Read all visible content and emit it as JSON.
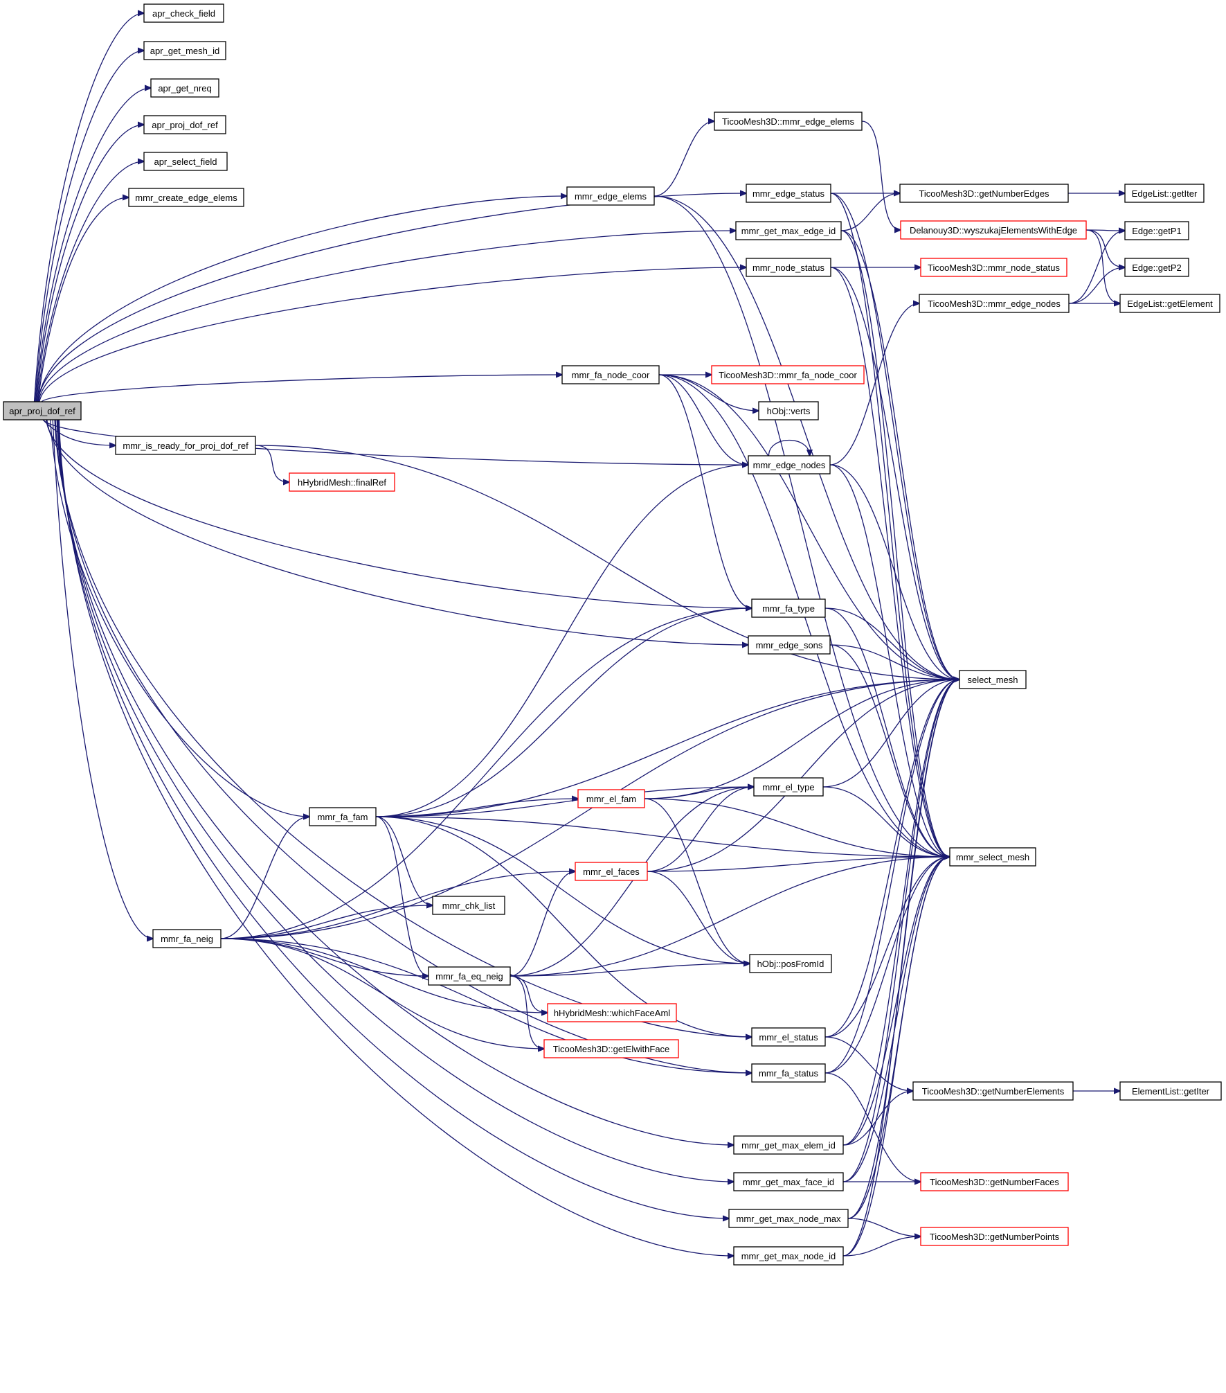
{
  "diagram": {
    "type": "call-graph",
    "colors": {
      "edge": "#191970",
      "node_border": "#000000",
      "truncated_border": "#ff0000",
      "root_fill": "#bfbfbf"
    },
    "nodes": [
      {
        "id": "apr_proj_dof_ref",
        "label": "apr_proj_dof_ref",
        "root": true
      },
      {
        "id": "apr_check_field",
        "label": "apr_check_field"
      },
      {
        "id": "apr_get_mesh_id",
        "label": "apr_get_mesh_id"
      },
      {
        "id": "apr_get_nreq",
        "label": "apr_get_nreq"
      },
      {
        "id": "apr_proj_dof_ref_callee",
        "label": "apr_proj_dof_ref"
      },
      {
        "id": "apr_select_field",
        "label": "apr_select_field"
      },
      {
        "id": "mmr_create_edge_elems",
        "label": "mmr_create_edge_elems"
      },
      {
        "id": "mmr_is_ready_for_proj_dof_ref",
        "label": "mmr_is_ready_for_proj_dof_ref"
      },
      {
        "id": "hHybridMesh_finalRef",
        "label": "hHybridMesh::finalRef",
        "truncated": true
      },
      {
        "id": "mmr_fa_fam",
        "label": "mmr_fa_fam"
      },
      {
        "id": "mmr_fa_neig",
        "label": "mmr_fa_neig"
      },
      {
        "id": "mmr_chk_list",
        "label": "mmr_chk_list"
      },
      {
        "id": "mmr_fa_eq_neig",
        "label": "mmr_fa_eq_neig"
      },
      {
        "id": "hHybridMesh_whichFaceAml",
        "label": "hHybridMesh::whichFaceAml",
        "truncated": true
      },
      {
        "id": "TicooMesh3D_getElwithFace",
        "label": "TicooMesh3D::getElwithFace",
        "truncated": true
      },
      {
        "id": "mmr_el_fam",
        "label": "mmr_el_fam",
        "truncated": true
      },
      {
        "id": "mmr_el_faces",
        "label": "mmr_el_faces",
        "truncated": true
      },
      {
        "id": "mmr_edge_elems",
        "label": "mmr_edge_elems"
      },
      {
        "id": "mmr_fa_node_coor",
        "label": "mmr_fa_node_coor"
      },
      {
        "id": "TicooMesh3D_mmr_edge_elems",
        "label": "TicooMesh3D::mmr_edge_elems"
      },
      {
        "id": "mmr_edge_status",
        "label": "mmr_edge_status"
      },
      {
        "id": "mmr_get_max_edge_id",
        "label": "mmr_get_max_edge_id"
      },
      {
        "id": "mmr_node_status",
        "label": "mmr_node_status"
      },
      {
        "id": "TicooMesh3D_mmr_fa_node_coor",
        "label": "TicooMesh3D::mmr_fa_node_coor",
        "truncated": true
      },
      {
        "id": "hObj_verts",
        "label": "hObj::verts"
      },
      {
        "id": "mmr_edge_nodes",
        "label": "mmr_edge_nodes"
      },
      {
        "id": "mmr_fa_type",
        "label": "mmr_fa_type"
      },
      {
        "id": "mmr_edge_sons",
        "label": "mmr_edge_sons"
      },
      {
        "id": "mmr_el_type",
        "label": "mmr_el_type"
      },
      {
        "id": "hObj_posFromId",
        "label": "hObj::posFromId"
      },
      {
        "id": "mmr_el_status",
        "label": "mmr_el_status"
      },
      {
        "id": "mmr_fa_status",
        "label": "mmr_fa_status"
      },
      {
        "id": "mmr_get_max_elem_id",
        "label": "mmr_get_max_elem_id"
      },
      {
        "id": "mmr_get_max_face_id",
        "label": "mmr_get_max_face_id"
      },
      {
        "id": "mmr_get_max_node_max",
        "label": "mmr_get_max_node_max"
      },
      {
        "id": "mmr_get_max_node_id",
        "label": "mmr_get_max_node_id"
      },
      {
        "id": "TicooMesh3D_getNumberEdges",
        "label": "TicooMesh3D::getNumberEdges"
      },
      {
        "id": "Delanouy3D_wyszukajElementsWithEdge",
        "label": "Delanouy3D::wyszukajElementsWithEdge",
        "truncated": true
      },
      {
        "id": "TicooMesh3D_mmr_node_status",
        "label": "TicooMesh3D::mmr_node_status",
        "truncated": true
      },
      {
        "id": "TicooMesh3D_mmr_edge_nodes",
        "label": "TicooMesh3D::mmr_edge_nodes"
      },
      {
        "id": "select_mesh",
        "label": "select_mesh"
      },
      {
        "id": "mmr_select_mesh",
        "label": "mmr_select_mesh"
      },
      {
        "id": "TicooMesh3D_getNumberElements",
        "label": "TicooMesh3D::getNumberElements"
      },
      {
        "id": "TicooMesh3D_getNumberFaces",
        "label": "TicooMesh3D::getNumberFaces",
        "truncated": true
      },
      {
        "id": "TicooMesh3D_getNumberPoints",
        "label": "TicooMesh3D::getNumberPoints",
        "truncated": true
      },
      {
        "id": "EdgeList_getIter",
        "label": "EdgeList::getIter"
      },
      {
        "id": "Edge_getP1",
        "label": "Edge::getP1"
      },
      {
        "id": "Edge_getP2",
        "label": "Edge::getP2"
      },
      {
        "id": "EdgeList_getElement",
        "label": "EdgeList::getElement"
      },
      {
        "id": "ElementList_getIter",
        "label": "ElementList::getIter"
      }
    ],
    "edges": [
      [
        "apr_proj_dof_ref",
        "apr_check_field"
      ],
      [
        "apr_proj_dof_ref",
        "apr_get_mesh_id"
      ],
      [
        "apr_proj_dof_ref",
        "apr_get_nreq"
      ],
      [
        "apr_proj_dof_ref",
        "apr_proj_dof_ref_callee"
      ],
      [
        "apr_proj_dof_ref",
        "apr_select_field"
      ],
      [
        "apr_proj_dof_ref",
        "mmr_create_edge_elems"
      ],
      [
        "apr_proj_dof_ref",
        "mmr_edge_elems"
      ],
      [
        "apr_proj_dof_ref",
        "mmr_edge_status"
      ],
      [
        "apr_proj_dof_ref",
        "mmr_get_max_edge_id"
      ],
      [
        "apr_proj_dof_ref",
        "mmr_node_status"
      ],
      [
        "apr_proj_dof_ref",
        "mmr_fa_node_coor"
      ],
      [
        "apr_proj_dof_ref",
        "mmr_is_ready_for_proj_dof_ref"
      ],
      [
        "apr_proj_dof_ref",
        "mmr_edge_nodes"
      ],
      [
        "apr_proj_dof_ref",
        "mmr_fa_type"
      ],
      [
        "apr_proj_dof_ref",
        "mmr_edge_sons"
      ],
      [
        "apr_proj_dof_ref",
        "mmr_fa_fam"
      ],
      [
        "apr_proj_dof_ref",
        "mmr_fa_neig"
      ],
      [
        "apr_proj_dof_ref",
        "mmr_el_status"
      ],
      [
        "apr_proj_dof_ref",
        "mmr_fa_status"
      ],
      [
        "apr_proj_dof_ref",
        "mmr_get_max_elem_id"
      ],
      [
        "apr_proj_dof_ref",
        "mmr_get_max_face_id"
      ],
      [
        "apr_proj_dof_ref",
        "mmr_get_max_node_max"
      ],
      [
        "apr_proj_dof_ref",
        "mmr_get_max_node_id"
      ],
      [
        "mmr_is_ready_for_proj_dof_ref",
        "hHybridMesh_finalRef"
      ],
      [
        "mmr_is_ready_for_proj_dof_ref",
        "select_mesh"
      ],
      [
        "mmr_fa_neig",
        "mmr_fa_fam"
      ],
      [
        "mmr_fa_neig",
        "mmr_chk_list"
      ],
      [
        "mmr_fa_neig",
        "mmr_fa_eq_neig"
      ],
      [
        "mmr_fa_neig",
        "mmr_el_faces"
      ],
      [
        "mmr_fa_neig",
        "hHybridMesh_whichFaceAml"
      ],
      [
        "mmr_fa_neig",
        "TicooMesh3D_getElwithFace"
      ],
      [
        "mmr_fa_neig",
        "mmr_fa_type"
      ],
      [
        "mmr_fa_neig",
        "select_mesh"
      ],
      [
        "mmr_fa_neig",
        "mmr_fa_status"
      ],
      [
        "mmr_fa_fam",
        "mmr_chk_list"
      ],
      [
        "mmr_fa_fam",
        "mmr_fa_eq_neig"
      ],
      [
        "mmr_fa_fam",
        "mmr_el_fam"
      ],
      [
        "mmr_fa_fam",
        "mmr_el_type"
      ],
      [
        "mmr_fa_fam",
        "mmr_select_mesh"
      ],
      [
        "mmr_fa_fam",
        "select_mesh"
      ],
      [
        "mmr_fa_fam",
        "mmr_fa_type"
      ],
      [
        "mmr_fa_fam",
        "mmr_edge_nodes"
      ],
      [
        "mmr_fa_fam",
        "mmr_el_status"
      ],
      [
        "mmr_fa_fam",
        "hObj_posFromId"
      ],
      [
        "mmr_fa_eq_neig",
        "hHybridMesh_whichFaceAml"
      ],
      [
        "mmr_fa_eq_neig",
        "TicooMesh3D_getElwithFace"
      ],
      [
        "mmr_fa_eq_neig",
        "mmr_el_faces"
      ],
      [
        "mmr_fa_eq_neig",
        "hObj_posFromId"
      ],
      [
        "mmr_fa_eq_neig",
        "mmr_select_mesh"
      ],
      [
        "mmr_fa_eq_neig",
        "mmr_el_type"
      ],
      [
        "mmr_el_fam",
        "mmr_el_type"
      ],
      [
        "mmr_el_fam",
        "mmr_select_mesh"
      ],
      [
        "mmr_el_fam",
        "select_mesh"
      ],
      [
        "mmr_el_fam",
        "hObj_posFromId"
      ],
      [
        "mmr_el_faces",
        "mmr_el_type"
      ],
      [
        "mmr_el_faces",
        "mmr_select_mesh"
      ],
      [
        "mmr_el_faces",
        "select_mesh"
      ],
      [
        "mmr_el_faces",
        "hObj_posFromId"
      ],
      [
        "mmr_edge_elems",
        "TicooMesh3D_mmr_edge_elems"
      ],
      [
        "mmr_edge_elems",
        "select_mesh"
      ],
      [
        "mmr_edge_elems",
        "mmr_select_mesh"
      ],
      [
        "TicooMesh3D_mmr_edge_elems",
        "Delanouy3D_wyszukajElementsWithEdge"
      ],
      [
        "mmr_edge_status",
        "TicooMesh3D_getNumberEdges"
      ],
      [
        "mmr_edge_status",
        "select_mesh"
      ],
      [
        "mmr_edge_status",
        "mmr_select_mesh"
      ],
      [
        "mmr_get_max_edge_id",
        "TicooMesh3D_getNumberEdges"
      ],
      [
        "mmr_get_max_edge_id",
        "select_mesh"
      ],
      [
        "mmr_get_max_edge_id",
        "mmr_select_mesh"
      ],
      [
        "mmr_node_status",
        "TicooMesh3D_mmr_node_status"
      ],
      [
        "mmr_node_status",
        "select_mesh"
      ],
      [
        "mmr_node_status",
        "mmr_select_mesh"
      ],
      [
        "mmr_fa_node_coor",
        "TicooMesh3D_mmr_fa_node_coor"
      ],
      [
        "mmr_fa_node_coor",
        "hObj_verts"
      ],
      [
        "mmr_fa_node_coor",
        "mmr_edge_nodes"
      ],
      [
        "mmr_fa_node_coor",
        "mmr_fa_type"
      ],
      [
        "mmr_fa_node_coor",
        "select_mesh"
      ],
      [
        "mmr_fa_node_coor",
        "mmr_select_mesh"
      ],
      [
        "mmr_edge_nodes",
        "mmr_edge_nodes"
      ],
      [
        "mmr_edge_nodes",
        "TicooMesh3D_mmr_edge_nodes"
      ],
      [
        "mmr_edge_nodes",
        "select_mesh"
      ],
      [
        "mmr_edge_nodes",
        "mmr_select_mesh"
      ],
      [
        "mmr_fa_type",
        "select_mesh"
      ],
      [
        "mmr_fa_type",
        "mmr_select_mesh"
      ],
      [
        "mmr_edge_sons",
        "select_mesh"
      ],
      [
        "mmr_edge_sons",
        "mmr_select_mesh"
      ],
      [
        "mmr_el_type",
        "select_mesh"
      ],
      [
        "mmr_el_type",
        "mmr_select_mesh"
      ],
      [
        "mmr_el_status",
        "TicooMesh3D_getNumberElements"
      ],
      [
        "mmr_el_status",
        "select_mesh"
      ],
      [
        "mmr_el_status",
        "mmr_select_mesh"
      ],
      [
        "mmr_fa_status",
        "TicooMesh3D_getNumberFaces"
      ],
      [
        "mmr_fa_status",
        "select_mesh"
      ],
      [
        "mmr_fa_status",
        "mmr_select_mesh"
      ],
      [
        "mmr_get_max_elem_id",
        "TicooMesh3D_getNumberElements"
      ],
      [
        "mmr_get_max_elem_id",
        "select_mesh"
      ],
      [
        "mmr_get_max_elem_id",
        "mmr_select_mesh"
      ],
      [
        "mmr_get_max_face_id",
        "TicooMesh3D_getNumberFaces"
      ],
      [
        "mmr_get_max_face_id",
        "select_mesh"
      ],
      [
        "mmr_get_max_face_id",
        "mmr_select_mesh"
      ],
      [
        "mmr_get_max_node_max",
        "TicooMesh3D_getNumberPoints"
      ],
      [
        "mmr_get_max_node_max",
        "select_mesh"
      ],
      [
        "mmr_get_max_node_max",
        "mmr_select_mesh"
      ],
      [
        "mmr_get_max_node_id",
        "TicooMesh3D_getNumberPoints"
      ],
      [
        "mmr_get_max_node_id",
        "select_mesh"
      ],
      [
        "mmr_get_max_node_id",
        "mmr_select_mesh"
      ],
      [
        "TicooMesh3D_getNumberEdges",
        "EdgeList_getIter"
      ],
      [
        "Delanouy3D_wyszukajElementsWithEdge",
        "Edge_getP1"
      ],
      [
        "Delanouy3D_wyszukajElementsWithEdge",
        "Edge_getP2"
      ],
      [
        "Delanouy3D_wyszukajElementsWithEdge",
        "EdgeList_getElement"
      ],
      [
        "TicooMesh3D_mmr_edge_nodes",
        "Edge_getP1"
      ],
      [
        "TicooMesh3D_mmr_edge_nodes",
        "Edge_getP2"
      ],
      [
        "TicooMesh3D_mmr_edge_nodes",
        "EdgeList_getElement"
      ],
      [
        "TicooMesh3D_getNumberElements",
        "ElementList_getIter"
      ]
    ]
  }
}
